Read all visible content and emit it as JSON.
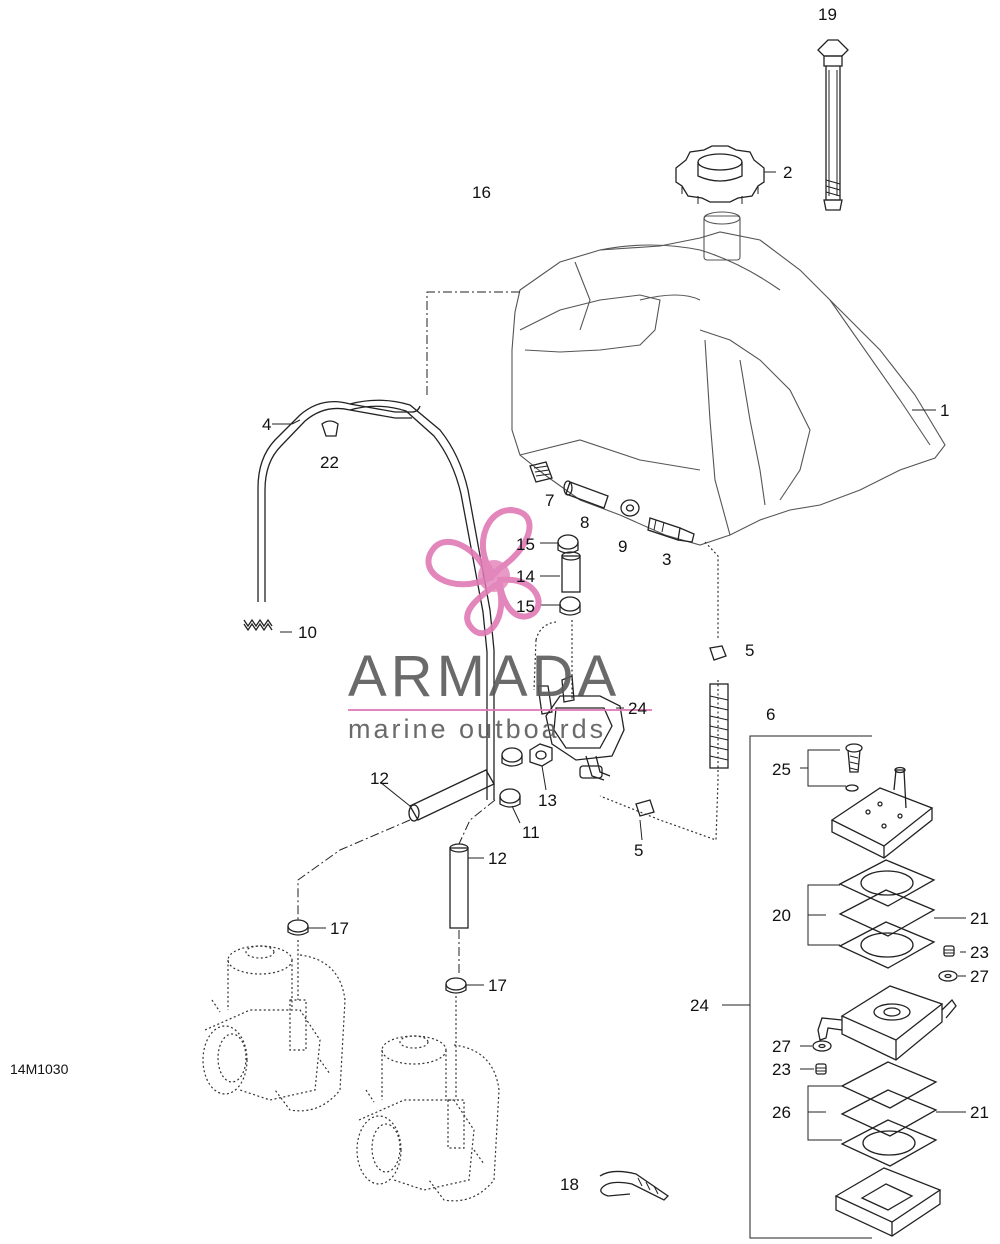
{
  "drawing_code": "14M1030",
  "watermark": {
    "brand": "ARMADA",
    "tagline": "marine outboards",
    "color": "#e07ab4"
  },
  "callouts": {
    "c1": "1",
    "c2": "2",
    "c3": "3",
    "c4": "4",
    "c5a": "5",
    "c5b": "5",
    "c6": "6",
    "c7": "7",
    "c8": "8",
    "c9": "9",
    "c10": "10",
    "c11": "11",
    "c12a": "12",
    "c12b": "12",
    "c13": "13",
    "c14": "14",
    "c15a": "15",
    "c15b": "15",
    "c16": "16",
    "c17a": "17",
    "c17b": "17",
    "c18": "18",
    "c19": "19",
    "c20": "20",
    "c21a": "21",
    "c21b": "21",
    "c22": "22",
    "c23a": "23",
    "c23b": "23",
    "c24a": "24",
    "c24b": "24",
    "c25": "25",
    "c26": "26",
    "c27a": "27",
    "c27b": "27"
  }
}
